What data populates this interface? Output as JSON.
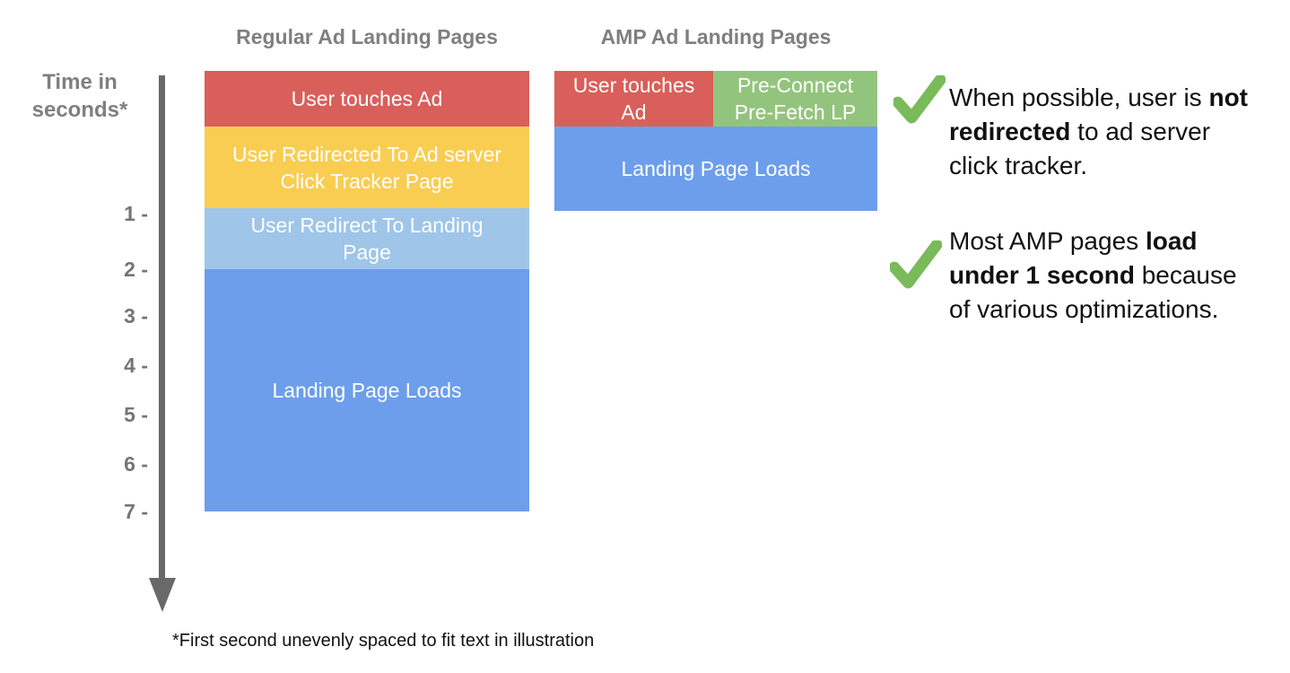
{
  "axis": {
    "label": "Time in seconds*",
    "ticks": [
      "1 -",
      "2 -",
      "3 -",
      "4 -",
      "5 -",
      "6 -",
      "7 -"
    ]
  },
  "columns": {
    "regular": {
      "title": "Regular Ad Landing Pages",
      "blocks": [
        {
          "label": "User touches Ad",
          "color": "red"
        },
        {
          "label": "User Redirected To Ad server Click Tracker Page",
          "color": "yellow"
        },
        {
          "label": "User Redirect To Landing Page",
          "color": "light_blue"
        },
        {
          "label": "Landing Page Loads",
          "color": "blue"
        }
      ]
    },
    "amp": {
      "title": "AMP Ad Landing Pages",
      "blocks": [
        {
          "label": "User touches Ad",
          "color": "red"
        },
        {
          "label": "Pre-Connect Pre-Fetch LP",
          "color": "green"
        },
        {
          "label": "Landing Page Loads",
          "color": "blue"
        }
      ]
    }
  },
  "notes": [
    {
      "prefix": "When possible, user is ",
      "bold": "not redirected",
      "suffix": " to ad server click tracker."
    },
    {
      "prefix": "Most AMP pages ",
      "bold": "load under 1 second",
      "suffix": " because of various optimizations."
    }
  ],
  "footnote": "*First second unevenly spaced to fit text in illustration",
  "colors": {
    "red": "#D95F5A",
    "yellow": "#F9CD52",
    "light_blue": "#9FC5E8",
    "blue": "#6D9EEB",
    "green": "#93C47D",
    "check": "#79BA59",
    "title_gray": "#7F7F7F",
    "axis_gray": "#696969"
  }
}
